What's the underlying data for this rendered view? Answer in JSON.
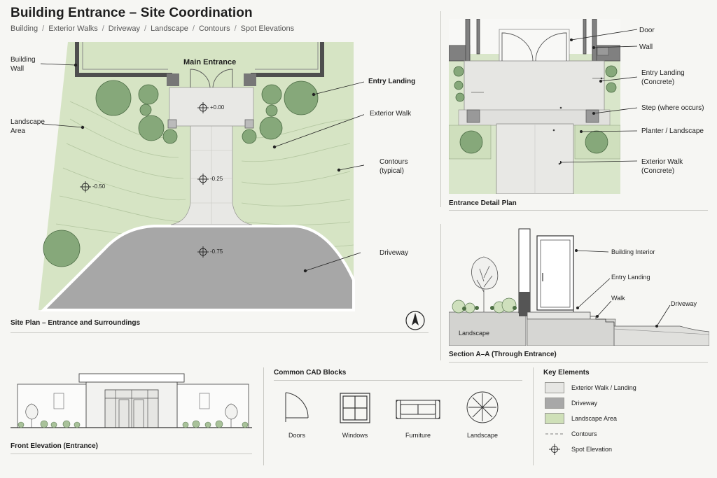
{
  "header": {
    "title": "Building Entrance – Site Coordination",
    "breadcrumb": [
      "Building",
      "Exterior Walks",
      "Driveway",
      "Landscape",
      "Contours",
      "Spot Elevations"
    ],
    "separator": "/"
  },
  "site_plan": {
    "caption": "Site Plan – Entrance and Surroundings",
    "main_entrance": "Main Entrance",
    "labels": {
      "building_wall": [
        "Building",
        "Wall"
      ],
      "landscape_area": [
        "Landscape",
        "Area"
      ],
      "entry_landing": "Entry Landing",
      "exterior_walk": "Exterior Walk",
      "contours": [
        "Contours",
        "(typical)"
      ],
      "driveway": "Driveway"
    },
    "spot_elevations": [
      "+0.00",
      "-0.25",
      "-0.50",
      "-0.75"
    ]
  },
  "detail_plan": {
    "caption": "Entrance Detail Plan",
    "labels": {
      "door": "Door",
      "wall": "Wall",
      "entry_landing": [
        "Entry Landing",
        "(Concrete)"
      ],
      "step": "Step (where occurs)",
      "planter": "Planter / Landscape",
      "exterior_walk": [
        "Exterior Walk",
        "(Concrete)"
      ]
    }
  },
  "section": {
    "caption": "Section A–A (Through Entrance)",
    "labels": {
      "building_interior": "Building Interior",
      "entry_landing": "Entry Landing",
      "walk": "Walk",
      "driveway": "Driveway",
      "landscape": "Landscape"
    }
  },
  "elevation": {
    "caption": "Front Elevation (Entrance)"
  },
  "cad_blocks": {
    "title": "Common CAD Blocks",
    "items": [
      "Doors",
      "Windows",
      "Furniture",
      "Landscape"
    ]
  },
  "key": {
    "title": "Key Elements",
    "items": [
      {
        "label": "Exterior Walk / Landing",
        "swatch": "#e6e6e3"
      },
      {
        "label": "Driveway",
        "swatch": "#a8a8a8"
      },
      {
        "label": "Landscape Area",
        "swatch": "#cfe0b8"
      },
      {
        "label": "Contours",
        "swatch": "contour"
      },
      {
        "label": "Spot Elevation",
        "swatch": "spot"
      }
    ]
  },
  "colors": {
    "landscape": "#d6e4c4",
    "paving": "#e8e8e5",
    "driveway": "#a6a6a6",
    "wall": "#5a5a5a",
    "tree": "#7ea173"
  }
}
